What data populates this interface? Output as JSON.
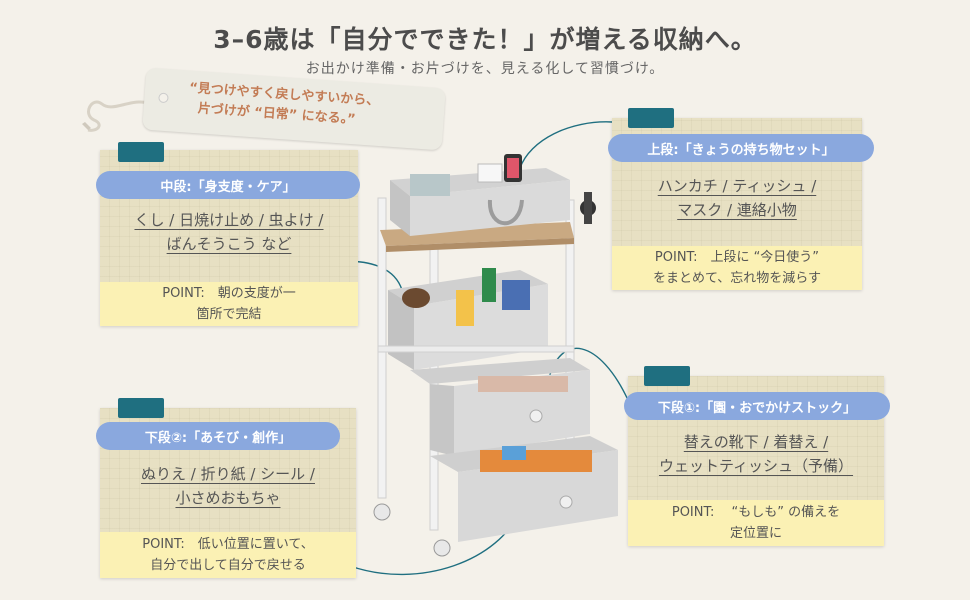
{
  "header": {
    "title": "3–6歳は「自分でできた！」が増える収納へ。",
    "subtitle": "お出かけ準備・お片づけを、見える化して習慣づけ。"
  },
  "tag": {
    "line1": "“見つけやすく戻しやすいから、",
    "line2": "片づけが “日常” になる。”"
  },
  "notes": {
    "middle": {
      "label": "中段:「身支度・ケア」",
      "line1": "くし / 日焼け止め / 虫よけ /",
      "line2": "ばんそうこう など",
      "point1": "POINT:　朝の支度が一",
      "point2": "箇所で完結"
    },
    "top": {
      "label": "上段:「きょうの持ち物セット」",
      "line1": "ハンカチ / ティッシュ /",
      "line2": "マスク / 連絡小物",
      "point1": "POINT:　上段に “今日使う”",
      "point2": "をまとめて、忘れ物を減らす"
    },
    "lower2": {
      "label": "下段②:「あそび・創作」",
      "line1": "ぬりえ / 折り紙 / シール /",
      "line2": "小さめおもちゃ",
      "point1": "POINT:　低い位置に置いて、",
      "point2": "自分で出して自分で戻せる"
    },
    "lower1": {
      "label": "下段①:「園・おでかけストック」",
      "line1": "替えの靴下 / 着替え /",
      "line2": "ウェットティッシュ（予備）",
      "point1": "POINT:　 “もしも” の備えを",
      "point2": "定位置に"
    }
  },
  "colors": {
    "background": "#f4f1ea",
    "note": "#e7e0c3",
    "pill": "#8aa8de",
    "clip": "#1f6f80",
    "point": "#fbf1b4",
    "tag_text": "#c37c55"
  }
}
